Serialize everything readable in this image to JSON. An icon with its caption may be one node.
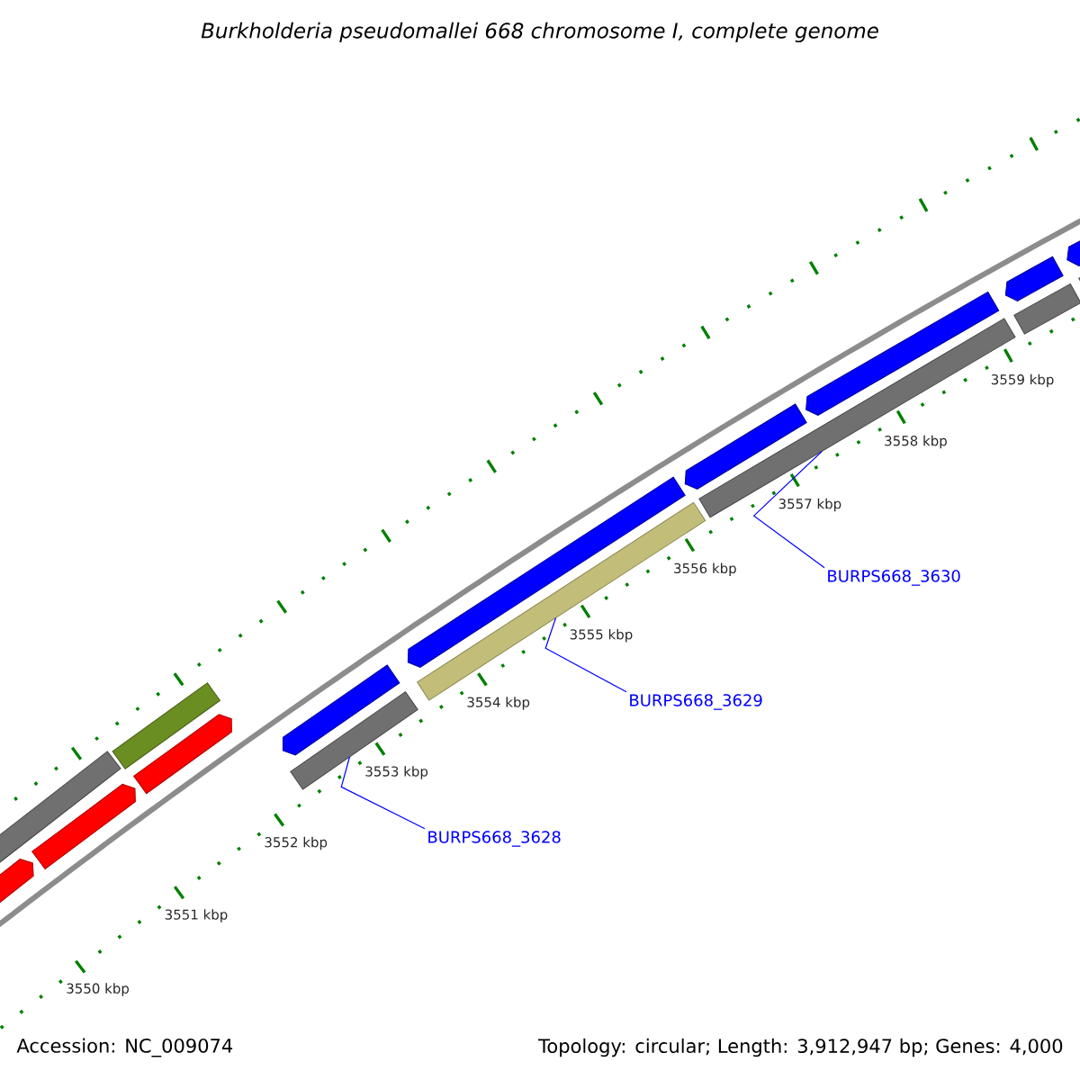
{
  "diagram": {
    "title": "Burkholderia pseudomallei 668 chromosome I, complete genome",
    "nodes": [
      {
        "text": [
          "BURPS668_3628"
        ]
      },
      {
        "text": [],
        "shape": "bar"
      },
      {
        "text": [
          "BURPS668_3629"
        ]
      },
      {
        "text": [],
        "shape": "bar"
      },
      {
        "text": [
          "BURPS668_3630"
        ]
      },
      {
        "text": [],
        "shape": "bar"
      }
    ],
    "edges": [
      {
        "from": 0,
        "to": 1,
        "arrow": "none"
      },
      {
        "from": 2,
        "to": 3,
        "arrow": "none"
      },
      {
        "from": 4,
        "to": 5,
        "arrow": "none"
      }
    ],
    "labels": [
      "3559 kbp",
      "3558 kbp",
      "3557 kbp",
      "3556 kbp",
      "3555 kbp",
      "3554 kbp",
      "3553 kbp",
      "3552 kbp",
      "3551 kbp",
      "3550 kbp",
      "Accession: NC_009074",
      "Topology: circular; Length: 3,912,947 bp; Genes: 4,000"
    ]
  }
}
